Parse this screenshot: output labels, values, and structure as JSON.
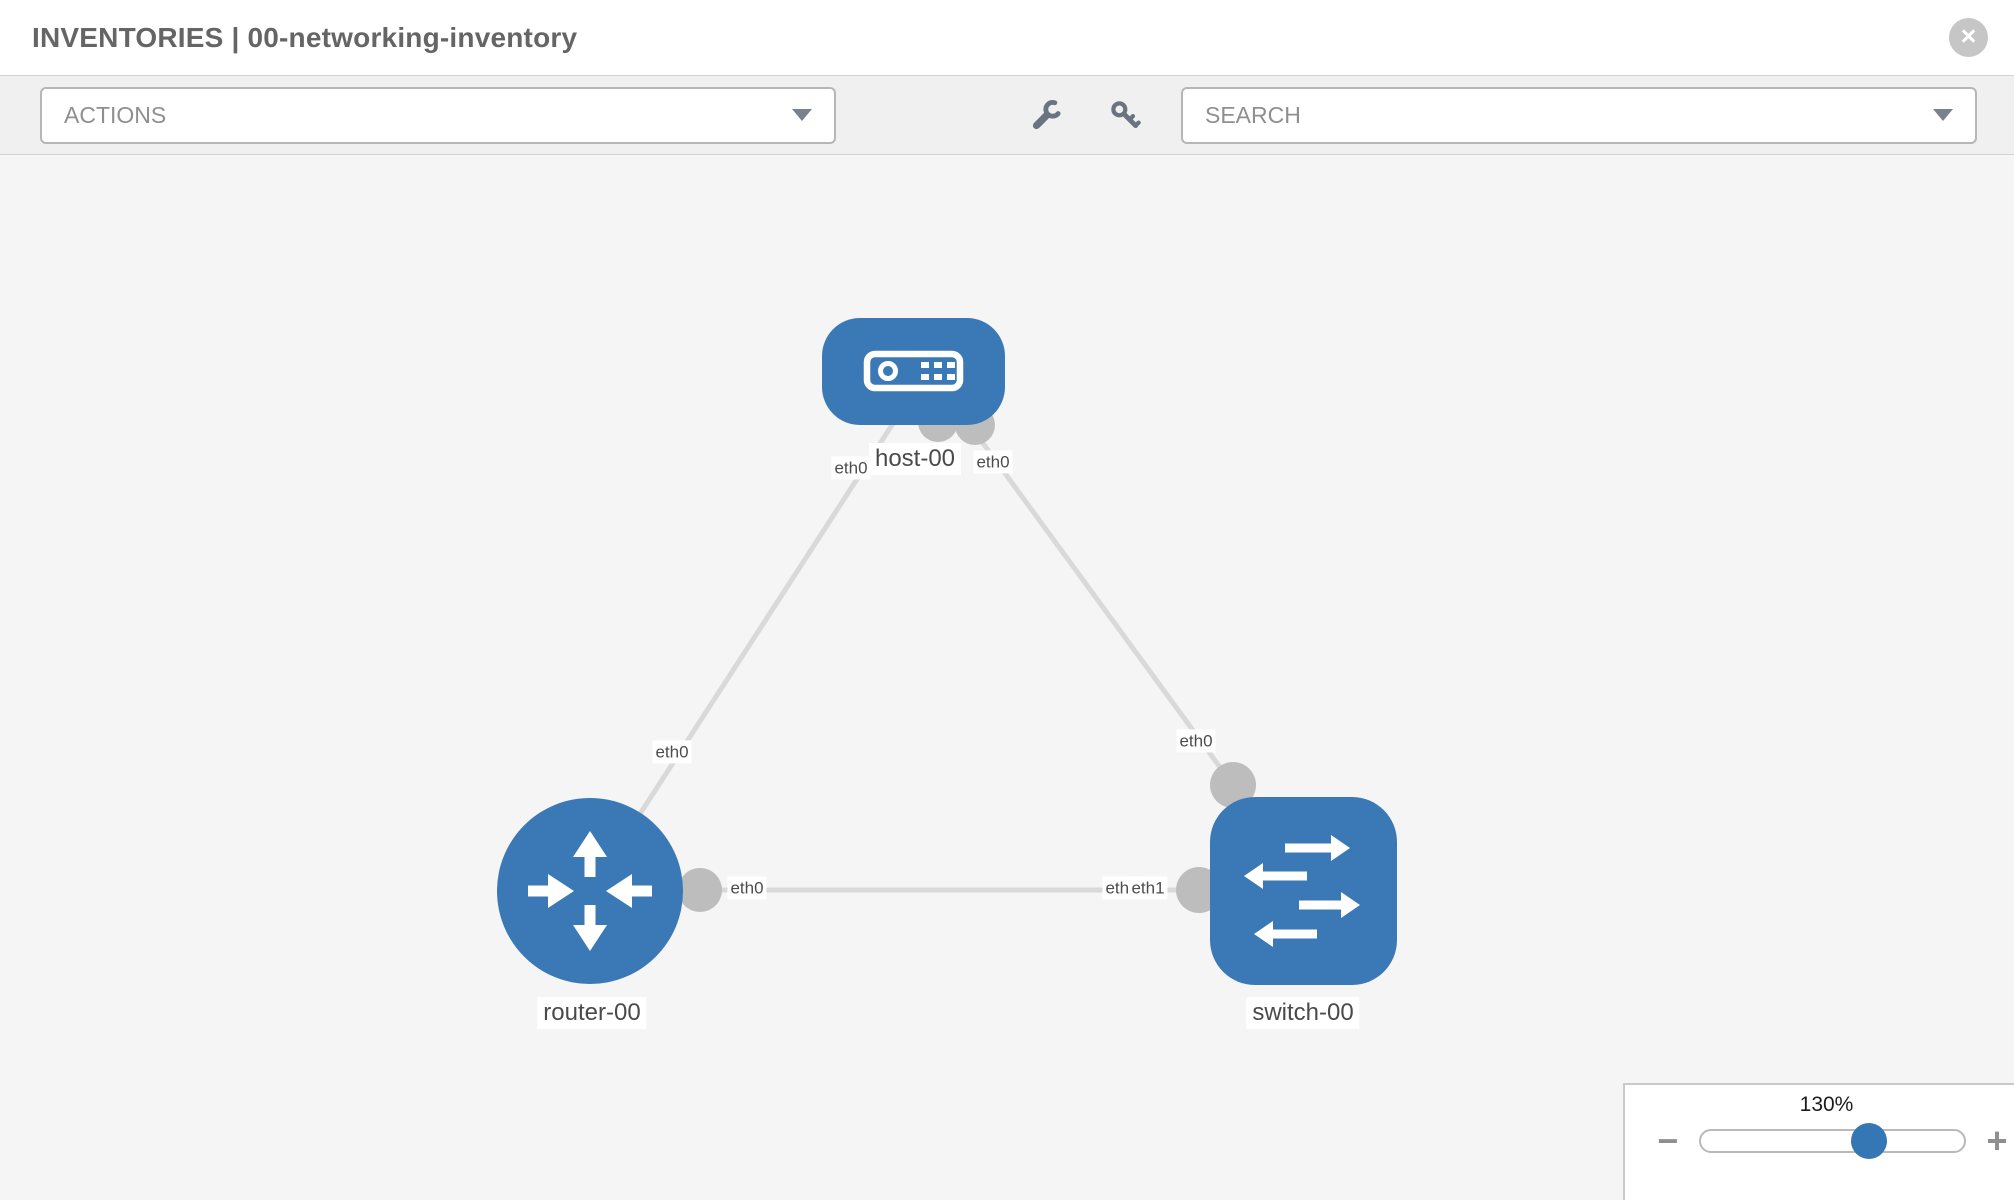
{
  "header": {
    "title": "INVENTORIES | 00-networking-inventory",
    "close_glyph": "×"
  },
  "toolbar": {
    "actions_label": "ACTIONS",
    "search_placeholder": "SEARCH",
    "icons": [
      "wrench-icon",
      "key-icon"
    ]
  },
  "topology": {
    "nodes": [
      {
        "id": "host-00",
        "label": "host-00",
        "type": "host",
        "shape": "rounded-rect"
      },
      {
        "id": "router-00",
        "label": "router-00",
        "type": "router",
        "shape": "circle"
      },
      {
        "id": "switch-00",
        "label": "switch-00",
        "type": "switch",
        "shape": "rounded-square"
      }
    ],
    "links": [
      {
        "from": "host-00",
        "from_interface": "eth0",
        "to": "router-00",
        "to_interface": "eth0"
      },
      {
        "from": "host-00",
        "from_interface": "eth0",
        "to": "switch-00",
        "to_interface": "eth0"
      },
      {
        "from": "router-00",
        "from_interface": "eth0",
        "to": "switch-00",
        "to_interface": "eth1"
      }
    ]
  },
  "zoom_control": {
    "value": "130%",
    "minus_label": "−",
    "plus_label": "+",
    "level_fraction": 0.64
  },
  "colors": {
    "node_fill": "#3a79b5",
    "link_stroke": "#d9d9d9",
    "interface_dot": "#bdbdbd",
    "slider_knob": "#3577b5"
  }
}
